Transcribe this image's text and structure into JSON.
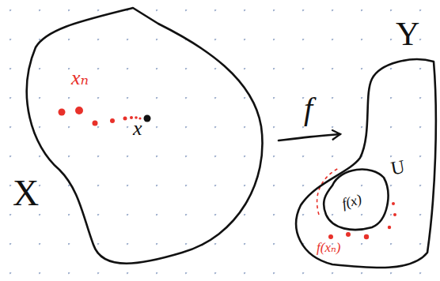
{
  "diagram": {
    "nodes": [
      {
        "text": [
          "X"
        ]
      },
      {
        "text": [
          "Y"
        ]
      },
      {
        "text": [
          "U",
          "f(x)"
        ],
        "in": 1
      }
    ],
    "edges": [
      {
        "from": 0,
        "to": 1,
        "arrow": "to",
        "label": "f"
      }
    ],
    "labels": [
      "xₙ",
      "x",
      "f(xₙ)"
    ]
  }
}
